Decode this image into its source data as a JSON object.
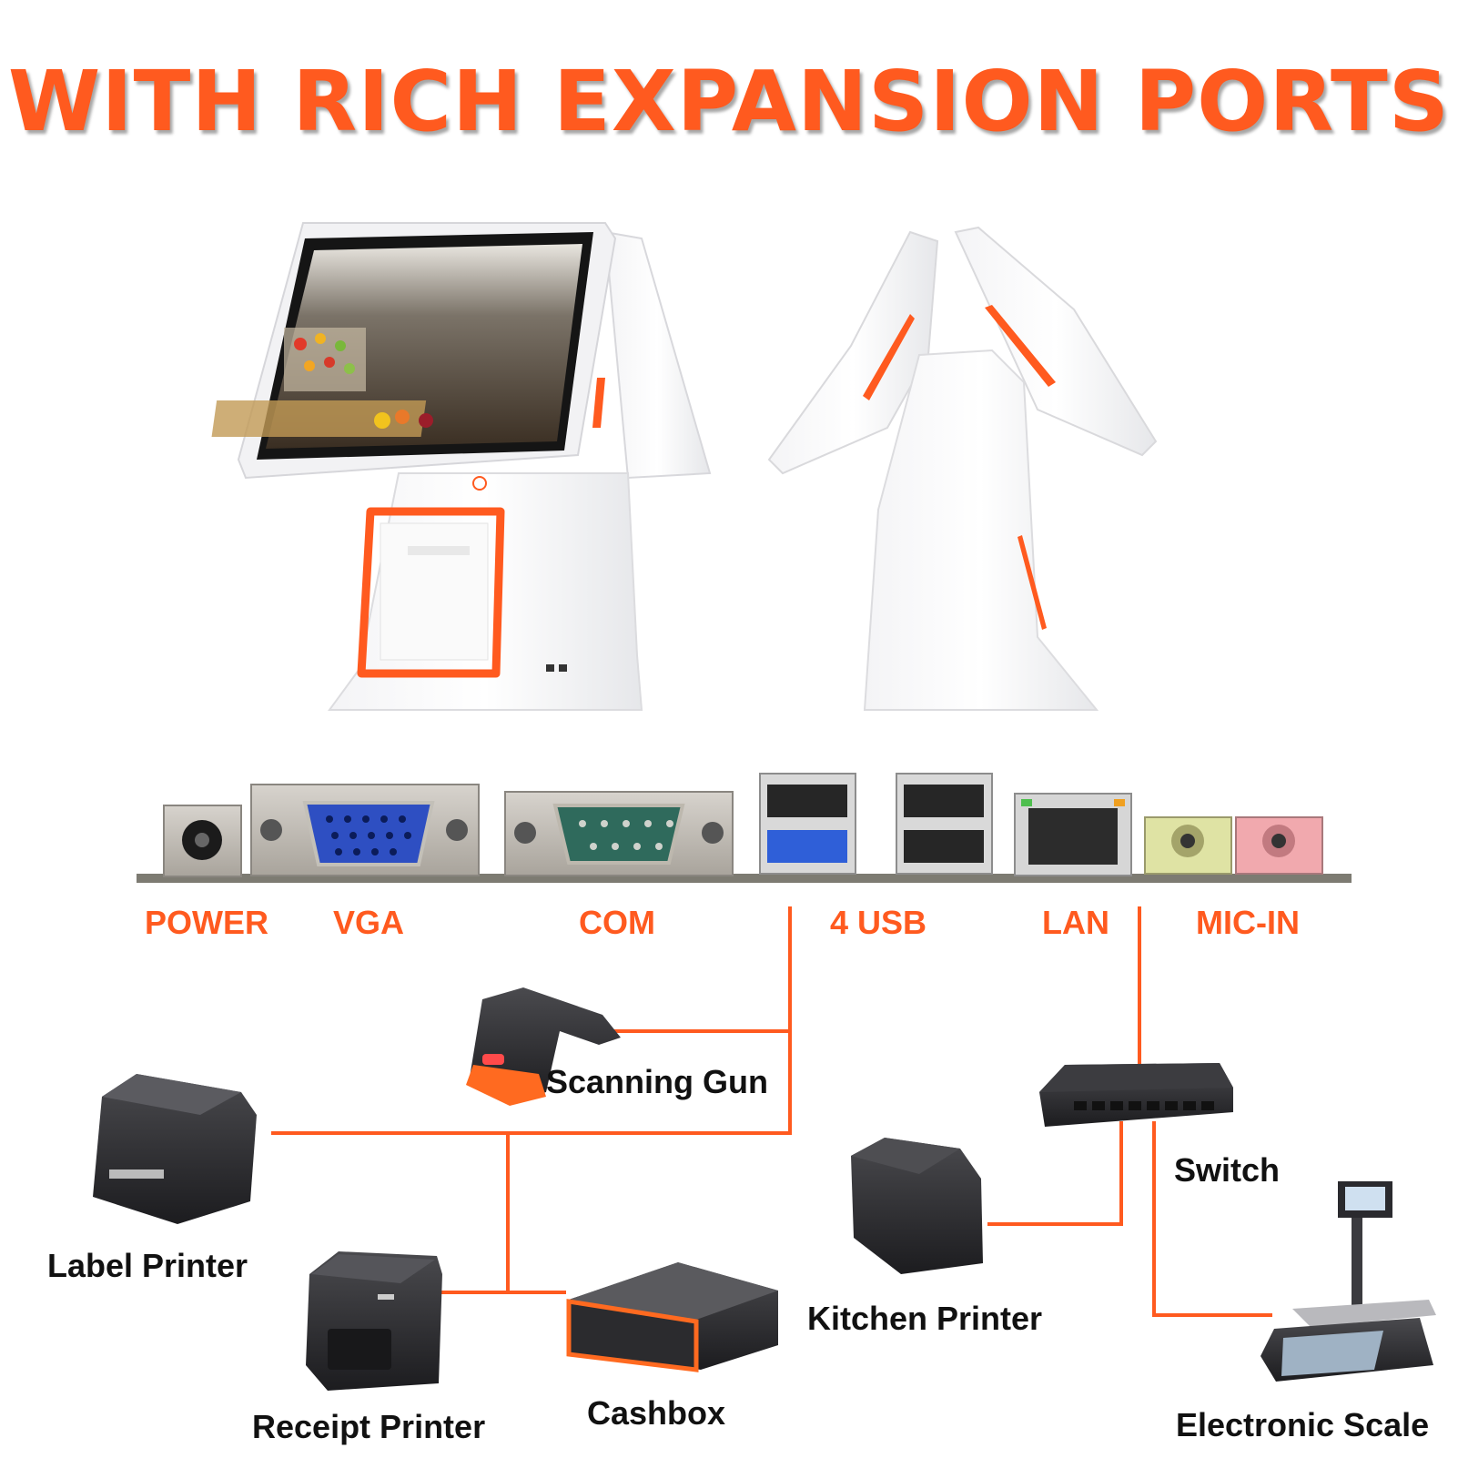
{
  "headline": "WITH RICH EXPANSION PORTS",
  "colors": {
    "accent": "#ff5a1f",
    "text": "#111111",
    "background": "#ffffff"
  },
  "ports": [
    {
      "label": "POWER"
    },
    {
      "label": "VGA"
    },
    {
      "label": "COM"
    },
    {
      "label": "4 USB"
    },
    {
      "label": "LAN"
    },
    {
      "label": "MIC-IN"
    }
  ],
  "devices": {
    "scanning_gun": "Scanning Gun",
    "label_printer": "Label Printer",
    "receipt_printer": "Receipt Printer",
    "cashbox": "Cashbox",
    "switch": "Switch",
    "kitchen_printer": "Kitchen Printer",
    "electronic_scale": "Electronic Scale"
  }
}
